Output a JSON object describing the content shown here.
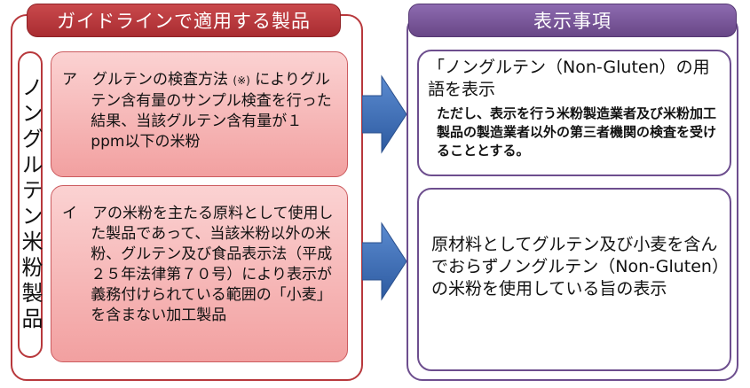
{
  "left": {
    "header": "ガイドラインで適用する製品",
    "vertical_label": "ノングルテン米粉製品",
    "item_a": {
      "text_before_note": "ア　グルテンの検査方法",
      "note": "(※)",
      "text_after_note": "によりグルテン含有量のサンプル検査を行った結果、当該グルテン含有量が１ppm以下の米粉"
    },
    "item_i": {
      "text": "イ　アの米粉を主たる原料として使用した製品であって、当該米粉以外の米粉、グルテン及び食品表示法（平成２５年法律第７０号）により表示が義務付けられている範囲の「小麦」を含まない加工製品"
    }
  },
  "right": {
    "header": "表示事項",
    "top_main": "「ノングルテン（Non-Gluten）の用語を表示",
    "top_sub": "ただし、表示を行う米粉製造業者及び米粉加工製品の製造業者以外の第三者機関の検査を受けることとする。",
    "bottom_main": "原材料としてグルテン及び小麦を含んでおらずノングルテン（Non-Gluten）の米粉を使用している旨の表示"
  },
  "colors": {
    "left_accent": "#b8383c",
    "item_fill": "#f6b4b4",
    "right_accent": "#6d4e8e",
    "arrow_blue": "#3d6db5"
  }
}
